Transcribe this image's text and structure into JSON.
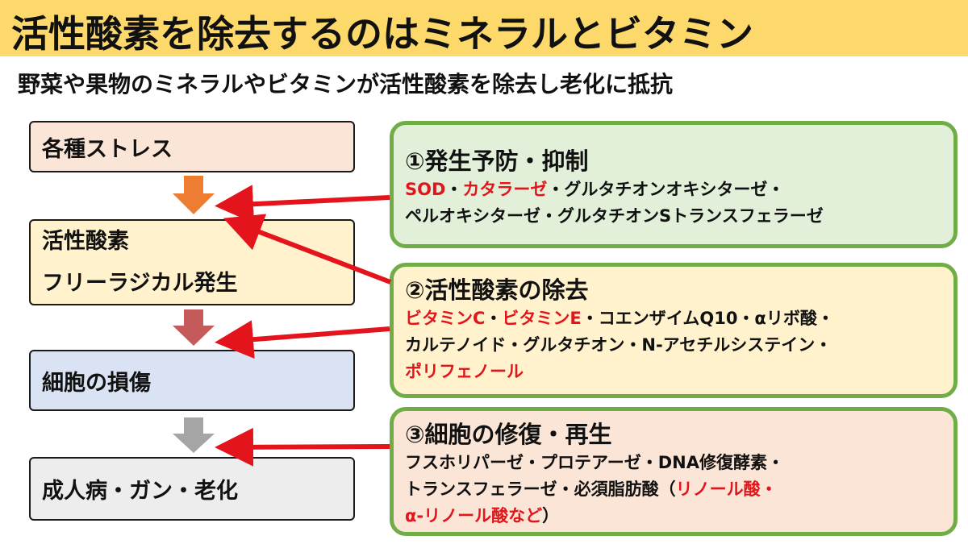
{
  "title": "活性酸素を除去するのはミネラルとビタミン",
  "subtitle": "野菜や果物のミネラルやビタミンが活性酸素を除去し老化に抵抗",
  "colors": {
    "title_bg": "#fcd96a",
    "panel_border": "#70ad47",
    "arrow": "#e3141c",
    "highlight_text": "#e3141c"
  },
  "stages": [
    {
      "label": "各種ストレス",
      "fill": "#fbe5d6"
    },
    {
      "line1": "活性酸素",
      "line2": "フリーラジカル発生",
      "fill": "#fff2cc"
    },
    {
      "label": "細胞の損傷",
      "fill": "#dae3f3"
    },
    {
      "label": "成人病・ガン・老化",
      "fill": "#ededed"
    }
  ],
  "down_arrow_colors": [
    "#ed7d31",
    "#c55a5a",
    "#a5a5a5"
  ],
  "panels": [
    {
      "heading": "①発生予防・抑制",
      "fill": "#e2f0d9",
      "line1": [
        {
          "text": "SOD",
          "red": true
        },
        {
          "text": "・",
          "red": false
        },
        {
          "text": "カタラーゼ",
          "red": true
        },
        {
          "text": "・グルタチオンオキシターゼ・",
          "red": false
        }
      ],
      "line2": [
        {
          "text": "ペルオキシターゼ・グルタチオンSトランスフェラーゼ",
          "red": false
        }
      ]
    },
    {
      "heading": "②活性酸素の除去",
      "fill": "#fff2cc",
      "line1": [
        {
          "text": "ビタミンC",
          "red": true
        },
        {
          "text": "・",
          "red": false
        },
        {
          "text": "ビタミンE",
          "red": true
        },
        {
          "text": "・コエンザイムQ10・αリボ酸・",
          "red": false
        }
      ],
      "line2": [
        {
          "text": "カルテノイド・グルタチオン・N-アセチルシステイン・",
          "red": false
        }
      ],
      "line3": [
        {
          "text": "ポリフェノール",
          "red": true
        }
      ]
    },
    {
      "heading": "③細胞の修復・再生",
      "fill": "#fbe5d6",
      "line1": [
        {
          "text": "フスホリパーゼ・プロテアーゼ・DNA修復酵素・",
          "red": false
        }
      ],
      "line2": [
        {
          "text": "トランスフェラーゼ・必須脂肪酸（",
          "red": false
        },
        {
          "text": "リノール酸・",
          "red": true
        }
      ],
      "line3": [
        {
          "text": "α-リノール酸など",
          "red": true
        },
        {
          "text": "）",
          "red": false
        }
      ]
    }
  ]
}
